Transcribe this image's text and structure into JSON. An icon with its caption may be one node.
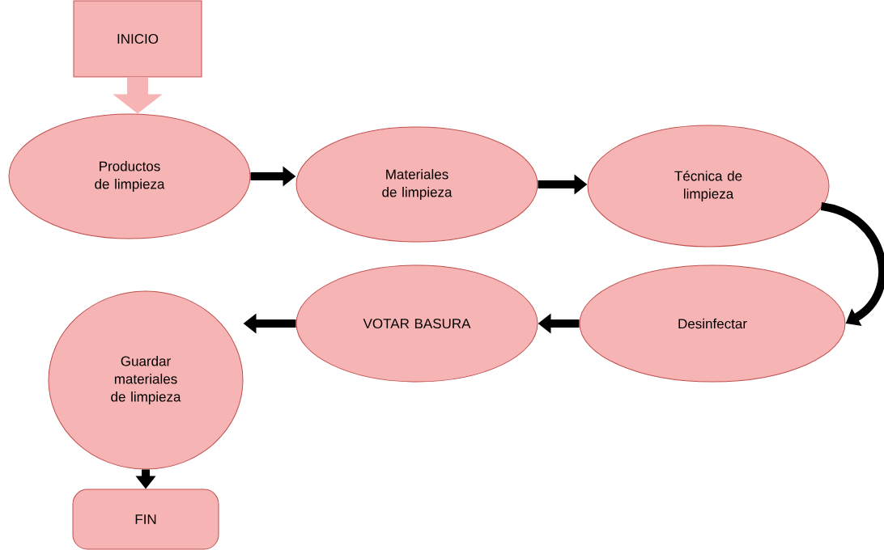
{
  "diagram": {
    "nodes": [
      {
        "text": [
          "INICIO"
        ]
      },
      {
        "text": [
          "Productos de limpieza"
        ]
      },
      {
        "text": [
          "Materiales de limpieza"
        ]
      },
      {
        "text": [
          "Técnica de limpieza"
        ]
      },
      {
        "text": [
          "Desinfectar"
        ]
      },
      {
        "text": [
          "VOTAR BASURA"
        ]
      },
      {
        "text": [
          "Guardar materiales de limpieza"
        ]
      },
      {
        "text": [
          "FIN"
        ]
      }
    ],
    "edges": [
      {
        "from": 0,
        "to": 1,
        "arrow": "to",
        "style": "thick",
        "color": "#f7b4b4"
      },
      {
        "from": 1,
        "to": 2,
        "arrow": "to"
      },
      {
        "from": 2,
        "to": 3,
        "arrow": "to"
      },
      {
        "from": 3,
        "to": 4,
        "arrow": "to"
      },
      {
        "from": 4,
        "to": 5,
        "arrow": "to"
      },
      {
        "from": 5,
        "to": 6,
        "arrow": "to"
      },
      {
        "from": 6,
        "to": 7,
        "arrow": "to"
      }
    ]
  }
}
